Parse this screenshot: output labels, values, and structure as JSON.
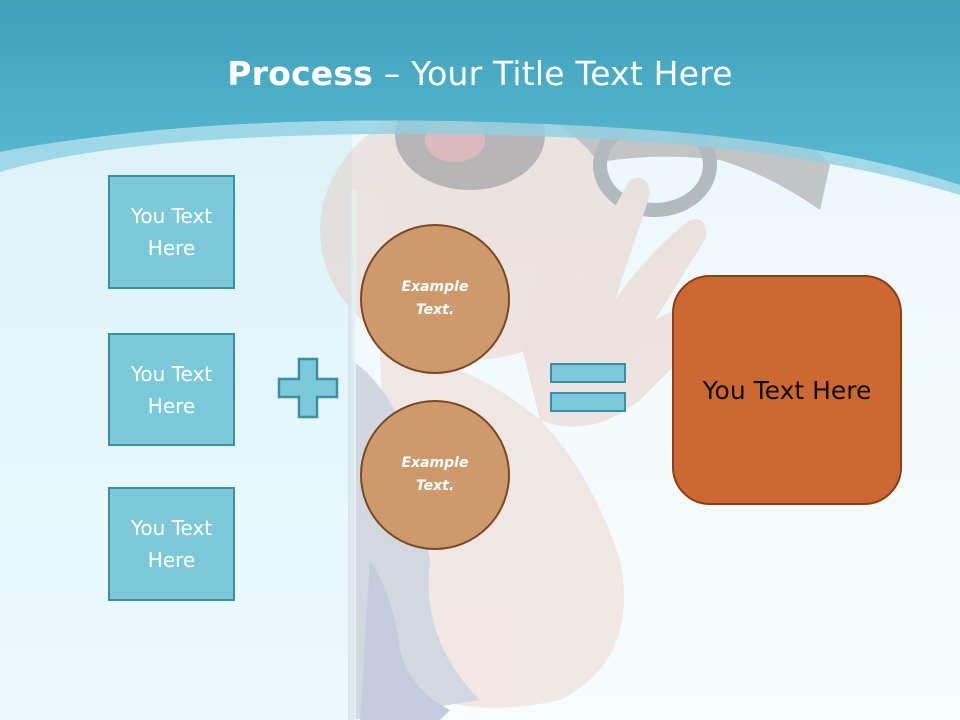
{
  "slide": {
    "title_bold": "Process",
    "title_rest": " – Your Title Text Here",
    "inputs": [
      {
        "label": "You Text Here"
      },
      {
        "label": "You Text Here"
      },
      {
        "label": "You Text Here"
      }
    ],
    "operator_plus": "plus",
    "circles": [
      {
        "label": "Example Text."
      },
      {
        "label": "Example Text."
      }
    ],
    "operator_equals": "equals",
    "result_label": "You Text Here"
  },
  "colors": {
    "header_teal": "#4fb3ce",
    "box_fill": "#7ccad9",
    "box_border": "#3d8fa8",
    "circle_fill": "#cf9a6b",
    "circle_border": "#7a4a24",
    "result_fill": "#cd6733",
    "result_border": "#8c3e16"
  }
}
